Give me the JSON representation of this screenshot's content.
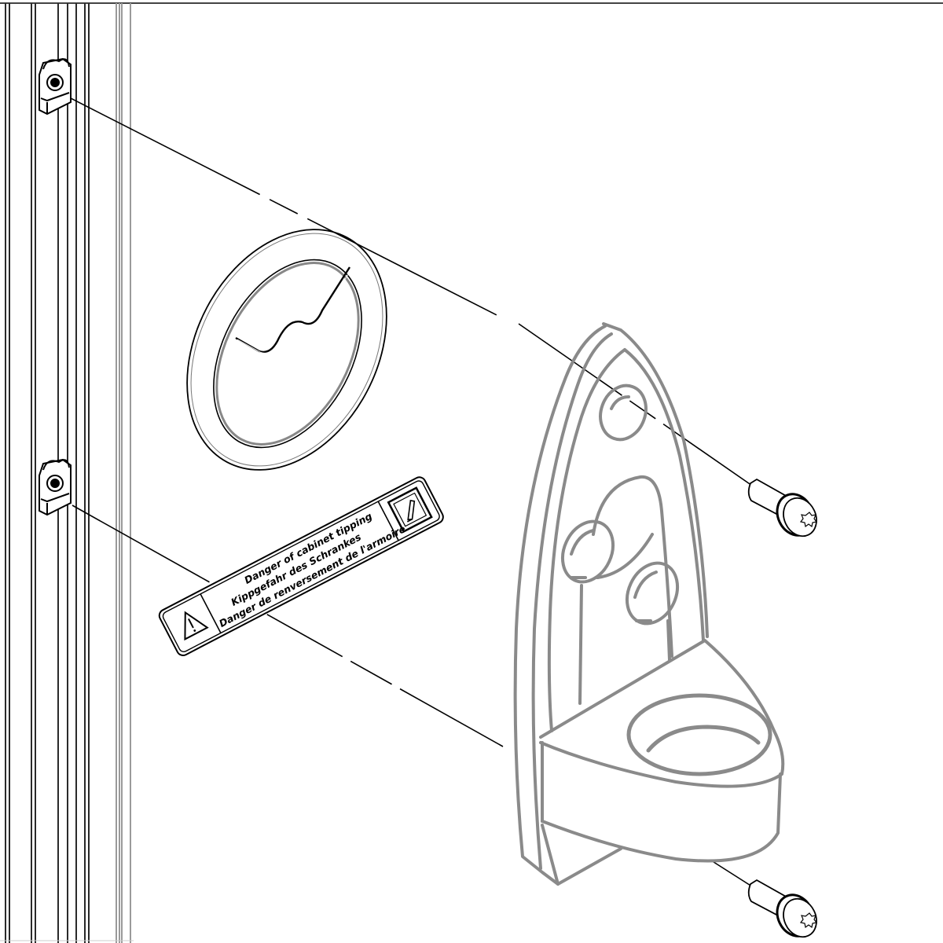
{
  "diagram": {
    "type": "exploded-assembly-drawing",
    "title": "Anti-tip bracket mounting to cabinet frame",
    "colors": {
      "frame_lines": "#2a2a2a",
      "frame_light_lines": "#9a9a9a",
      "bracket_lines": "#8a8a8a",
      "construction_lines": "#000000",
      "background": "#ffffff"
    },
    "parts": [
      {
        "id": "cabinet-frame",
        "name": "Cabinet frame profile (vertical rails)"
      },
      {
        "id": "cage-nut-top",
        "name": "Cage nut (upper)"
      },
      {
        "id": "cage-nut-bottom",
        "name": "Cage nut (lower)"
      },
      {
        "id": "grommet-ring",
        "name": "Round cover / grommet ring"
      },
      {
        "id": "warning-label",
        "name": "Warning label"
      },
      {
        "id": "anti-tip-bracket",
        "name": "Anti-tip bracket (foot)"
      },
      {
        "id": "torx-screw-top",
        "name": "Torx screw with washer (upper)"
      },
      {
        "id": "torx-screw-bottom",
        "name": "Torx screw with washer (lower)"
      }
    ],
    "warning_label": {
      "line1": "Danger of cabinet tipping",
      "line2": "Kippgefahr des Schrankes",
      "line3": "Danger de renversement de l'armoire",
      "left_icon": "warning-triangle-icon",
      "right_icon": "manual-reference-icon"
    }
  }
}
